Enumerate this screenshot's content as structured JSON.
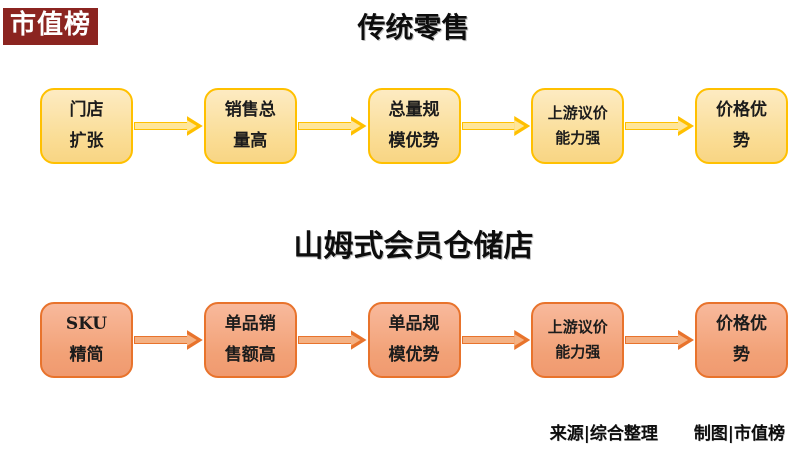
{
  "logo": {
    "text": "市值榜",
    "bg_color": "#8B2420",
    "text_color": "#FFFFFF"
  },
  "flows": [
    {
      "title": "传统零售",
      "theme": {
        "border": "#FFC000",
        "fill_top": "#FDEBC2",
        "fill_bottom": "#F8D584",
        "arrow_fill": "#FFE699"
      },
      "steps": [
        {
          "line1": "门店",
          "line2": "扩张"
        },
        {
          "line1": "销售总",
          "line2": "量高"
        },
        {
          "line1": "总量规",
          "line2": "模优势"
        },
        {
          "line1": "上游议价",
          "line2": "能力强"
        },
        {
          "line1": "价格优",
          "line2": "势"
        }
      ]
    },
    {
      "title": "山姆式会员仓储店",
      "theme": {
        "border": "#E8732C",
        "fill_top": "#F8B99C",
        "fill_bottom": "#F09A70",
        "arrow_fill": "#F4B183"
      },
      "steps": [
        {
          "line1": "SKU",
          "line2": "精简"
        },
        {
          "line1": "单品销",
          "line2": "售额高"
        },
        {
          "line1": "单品规",
          "line2": "模优势"
        },
        {
          "line1": "上游议价",
          "line2": "能力强"
        },
        {
          "line1": "价格优",
          "line2": "势"
        }
      ]
    }
  ],
  "footer": {
    "source": "来源|综合整理",
    "credit": "制图|市值榜"
  }
}
